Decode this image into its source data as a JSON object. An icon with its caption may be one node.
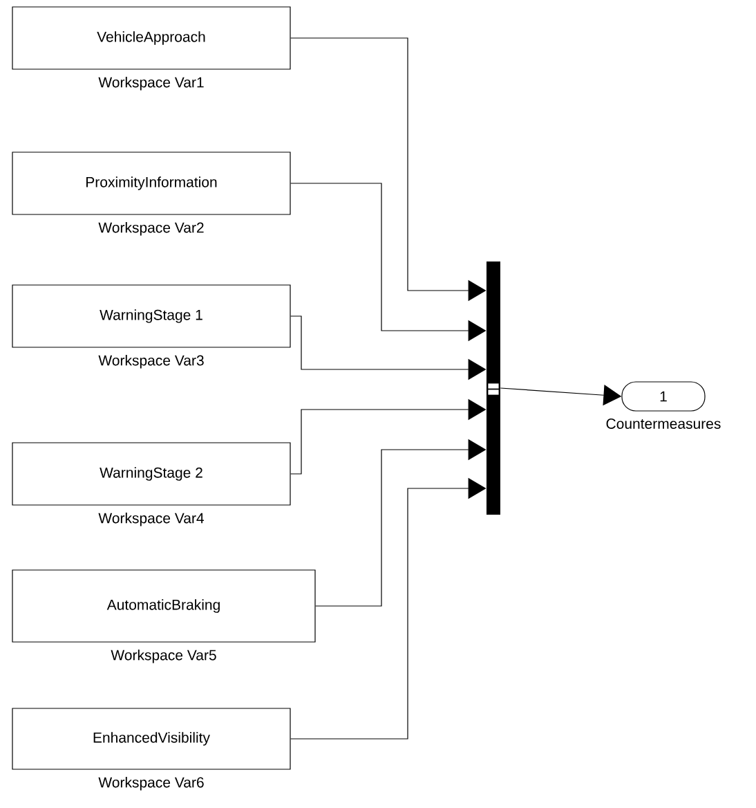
{
  "diagram": {
    "nodes": [
      {
        "text": [
          "VehicleApproach"
        ],
        "beside": [
          "Workspace Var1"
        ]
      },
      {
        "text": [
          "ProximityInformation"
        ],
        "beside": [
          "Workspace Var2"
        ]
      },
      {
        "text": [
          "WarningStage  1"
        ],
        "beside": [
          "Workspace Var3"
        ]
      },
      {
        "text": [
          "WarningStage  2"
        ],
        "beside": [
          "Workspace Var4"
        ]
      },
      {
        "text": [
          "AutomaticBraking"
        ],
        "beside": [
          "Workspace Var5"
        ]
      },
      {
        "text": [
          "EnhancedVisibility"
        ],
        "beside": [
          "Workspace Var6"
        ]
      },
      {
        "text": [],
        "shape": "bar"
      },
      {
        "text": [
          "1"
        ],
        "beside": [
          "Countermeasures"
        ]
      }
    ],
    "edges": [
      {
        "from": 0,
        "to": 6,
        "arrow": "to"
      },
      {
        "from": 1,
        "to": 6,
        "arrow": "to"
      },
      {
        "from": 2,
        "to": 6,
        "arrow": "to"
      },
      {
        "from": 3,
        "to": 6,
        "arrow": "to"
      },
      {
        "from": 4,
        "to": 6,
        "arrow": "to"
      },
      {
        "from": 5,
        "to": 6,
        "arrow": "to"
      },
      {
        "from": 6,
        "to": 7,
        "arrow": "to"
      }
    ]
  }
}
